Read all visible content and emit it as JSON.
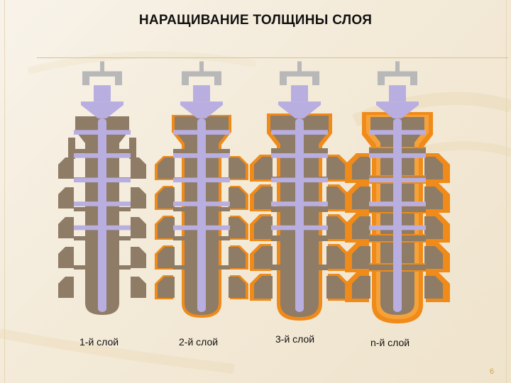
{
  "title": "НАРАЩИВАНИЕ ТОЛЩИНЫ СЛОЯ",
  "trees": [
    {
      "label": "1-й слой",
      "coating_layers": 1
    },
    {
      "label": "2-й слой",
      "coating_layers": 2
    },
    {
      "label": "3-й слой",
      "coating_layers": 3
    },
    {
      "label": "n-й слой",
      "coating_layers": 4
    }
  ],
  "page_number": "6",
  "colors": {
    "background": "#f5eee0",
    "wax_core": "#b9aee0",
    "ceramic_shell": "#8e7c66",
    "coating_layer": "#f08a18",
    "cup_gray": "#b8b8b8"
  }
}
